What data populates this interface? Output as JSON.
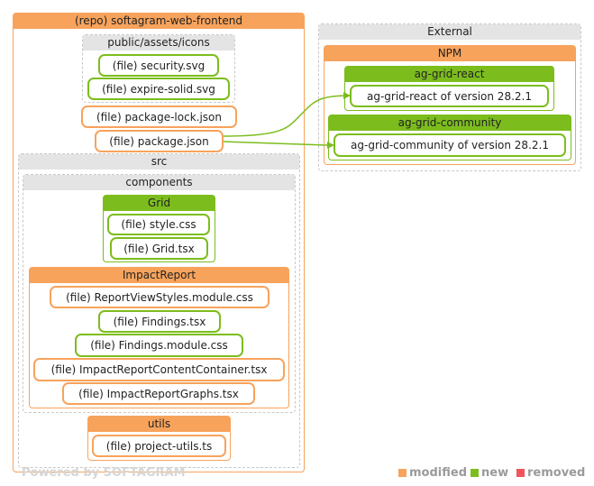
{
  "colors": {
    "modified": "#f7a35c",
    "new": "#7cbd1d",
    "removed": "#f2545b",
    "container": "#e4e4e4"
  },
  "repo": {
    "title": "(repo) softagram-web-frontend",
    "icons_group": {
      "title": "public/assets/icons",
      "files": [
        "(file) security.svg",
        "(file) expire-solid.svg"
      ]
    },
    "package_lock": "(file) package-lock.json",
    "package_json": "(file) package.json",
    "src": {
      "title": "src",
      "components": {
        "title": "components",
        "grid": {
          "title": "Grid",
          "files": [
            "(file) style.css",
            "(file) Grid.tsx"
          ]
        },
        "impact_report": {
          "title": "ImpactReport",
          "files": [
            "(file) ReportViewStyles.module.css",
            "(file) Findings.tsx",
            "(file) Findings.module.css",
            "(file) ImpactReportContentContainer.tsx",
            "(file) ImpactReportGraphs.tsx"
          ]
        }
      },
      "utils": {
        "title": "utils",
        "files": [
          "(file) project-utils.ts"
        ]
      }
    }
  },
  "external": {
    "title": "External",
    "npm": {
      "title": "NPM",
      "ag_grid_react": {
        "title": "ag-grid-react",
        "node": "ag-grid-react of version 28.2.1"
      },
      "ag_grid_community": {
        "title": "ag-grid-community",
        "node": "ag-grid-community of version 28.2.1"
      }
    }
  },
  "footer": "Powered by SOFTAGRAM",
  "legend": {
    "modified": "modified",
    "new": "new",
    "removed": "removed"
  }
}
